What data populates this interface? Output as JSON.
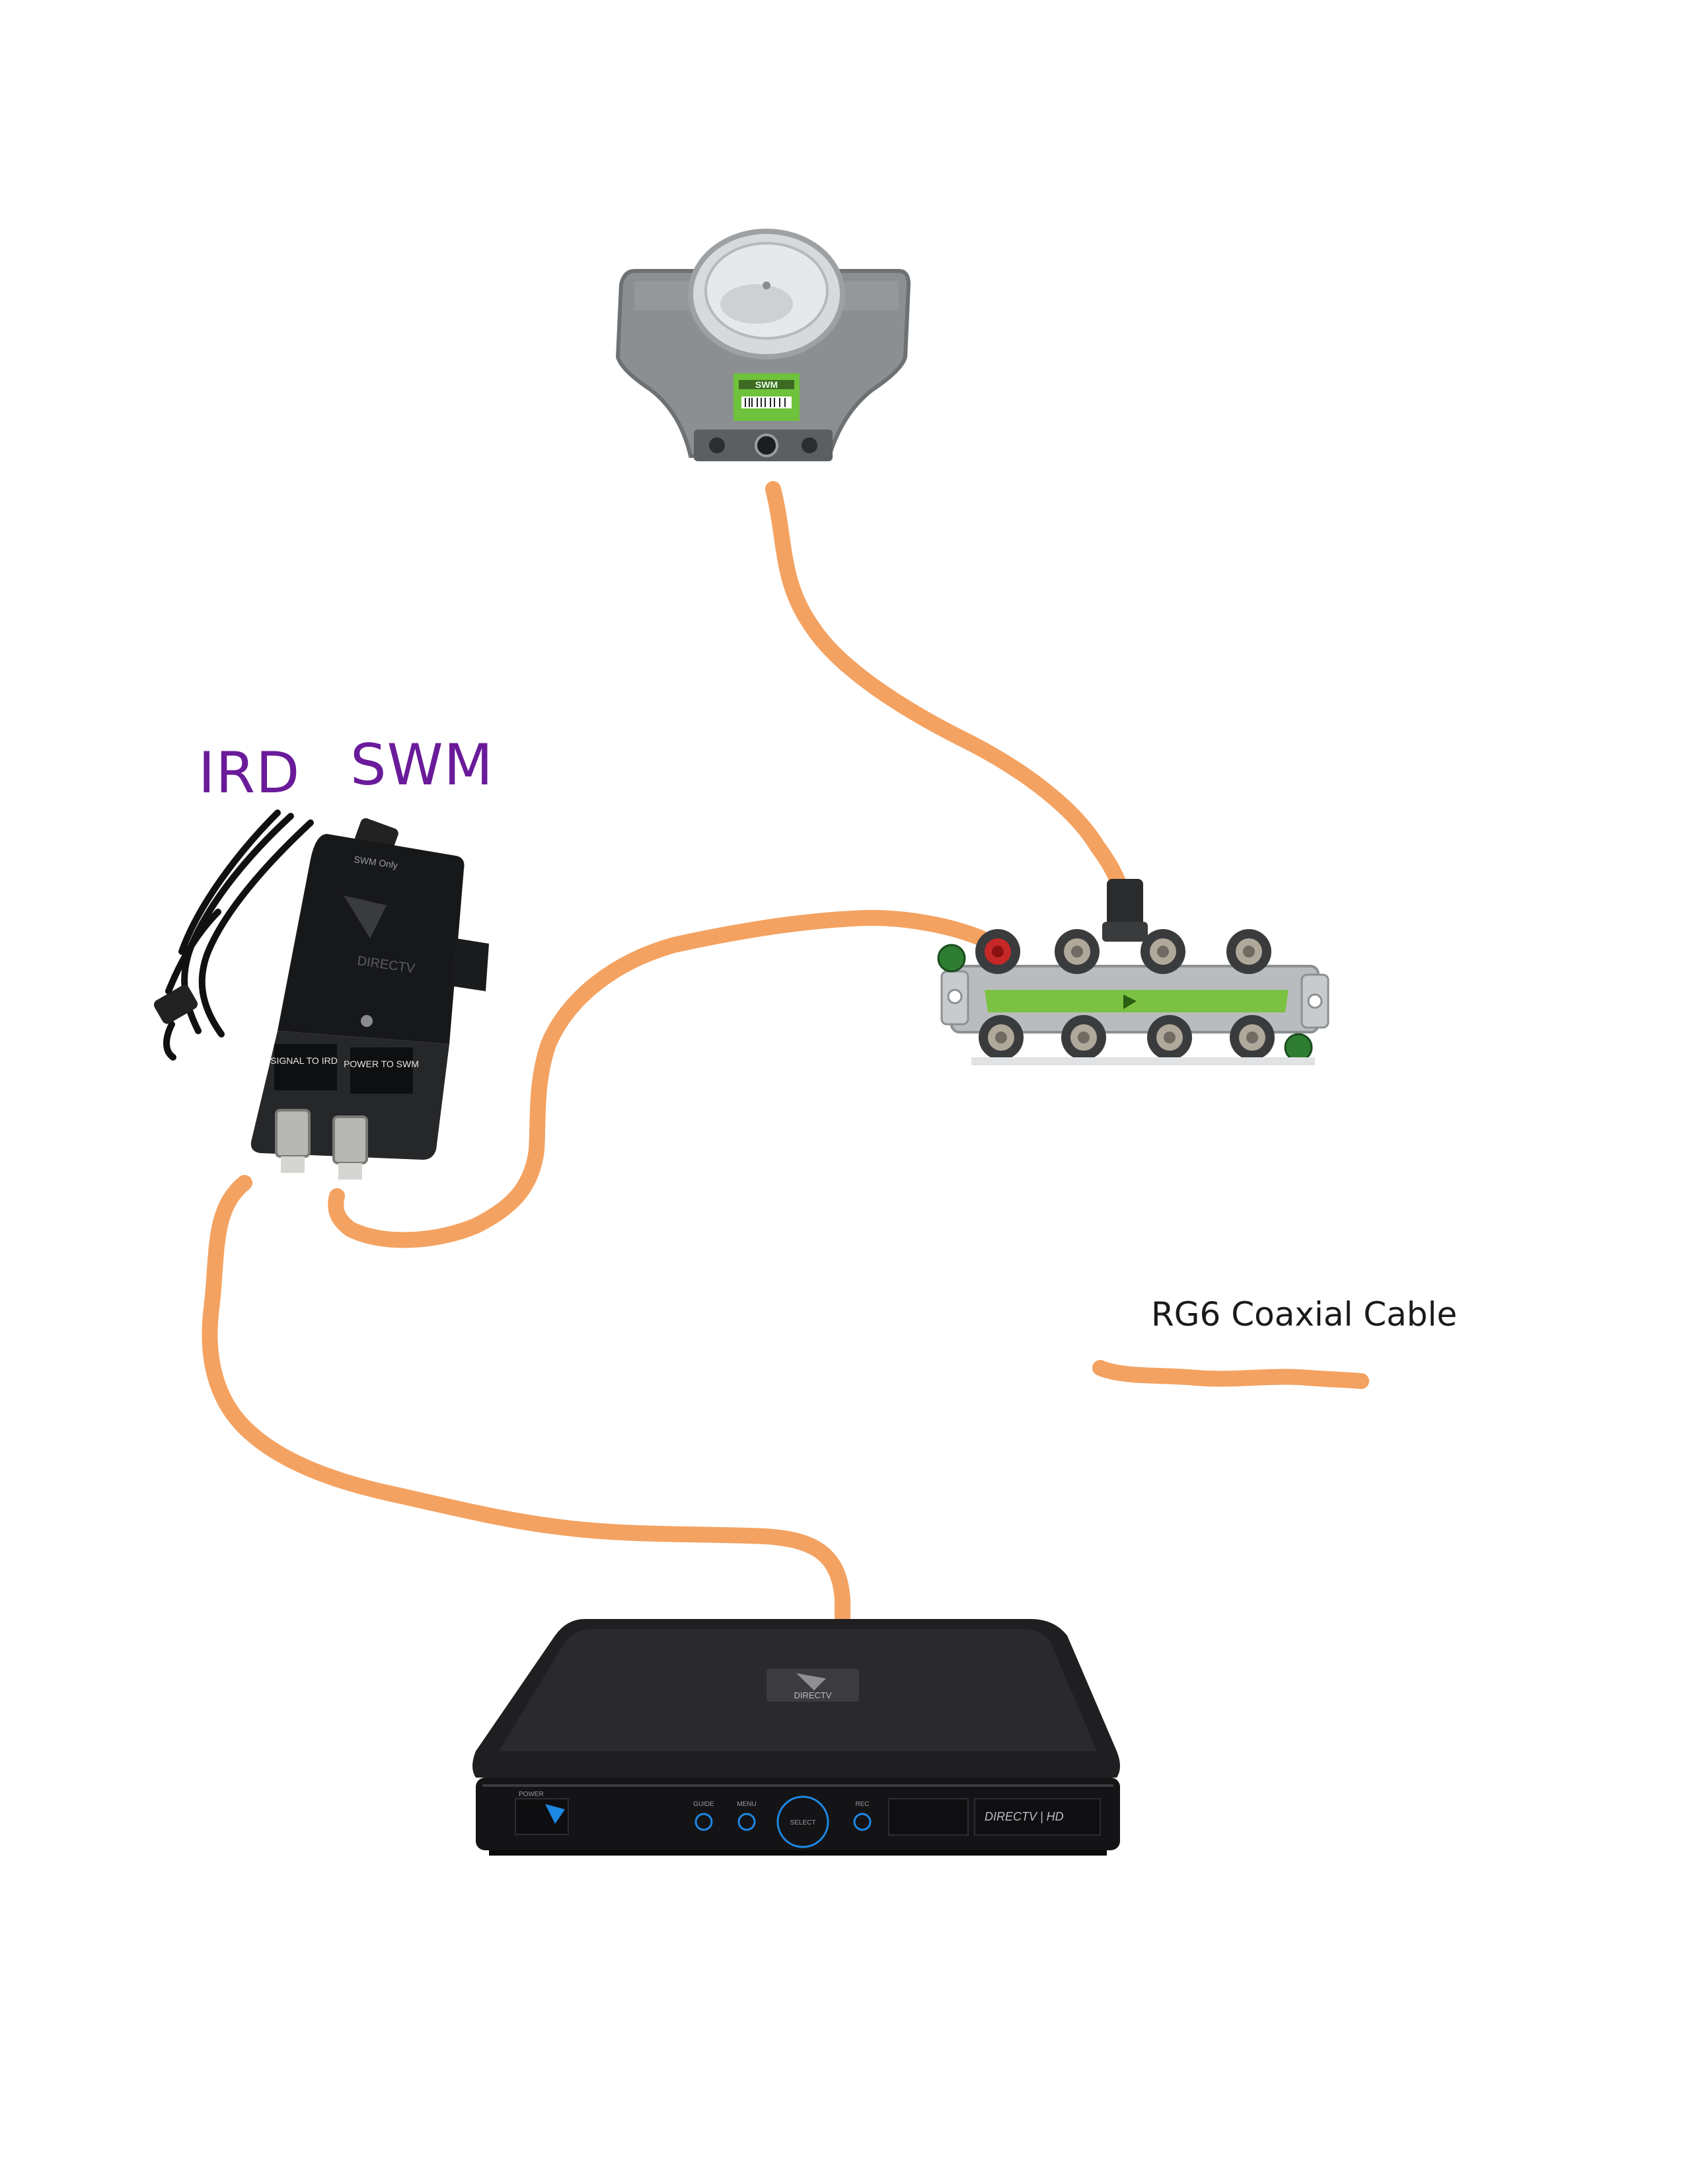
{
  "labels": {
    "ird": "IRD",
    "swm": "SWM",
    "legend": "RG6 Coaxial Cable"
  },
  "device_text": {
    "lnb_tag": "SWM",
    "psu_ports": [
      "SIGNAL TO IRD",
      "POWER TO SWM"
    ],
    "psu_brand": "DIRECTV",
    "psu_model": "SWM Only",
    "receiver_brand": "DIRECTV",
    "receiver_buttons": [
      "GUIDE",
      "MENU",
      "SELECT",
      "REC"
    ],
    "receiver_power": "POWER",
    "receiver_hd": "DIRECTV | HD"
  },
  "colors": {
    "cable": "#f4a261",
    "label_purple": "#6a1b9a",
    "device_dark": "#1f1f22",
    "splitter_green": "#7cc242"
  },
  "icons": [
    "satellite-lnb-icon",
    "splitter-icon",
    "power-inserter-icon",
    "receiver-icon"
  ]
}
